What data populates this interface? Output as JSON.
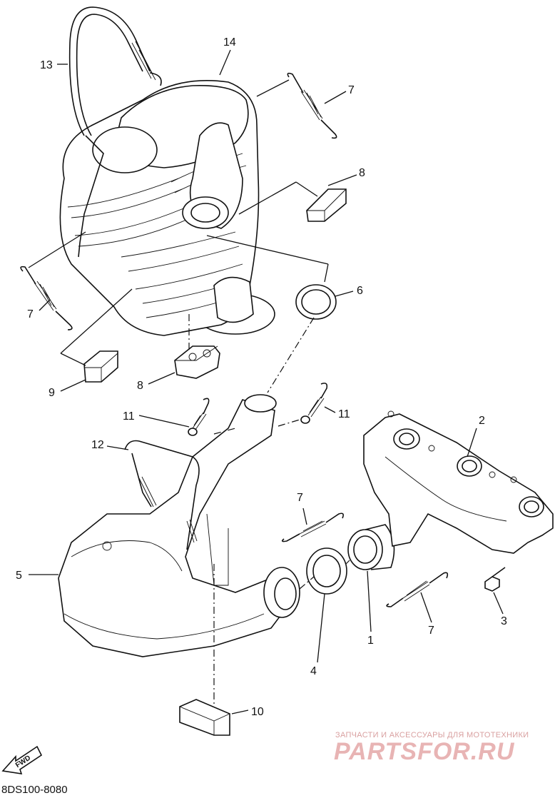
{
  "diagram": {
    "code": "8DS100-8080",
    "fwd_label": "FWD",
    "callouts": {
      "c1": "1",
      "c2": "2",
      "c3": "3",
      "c4": "4",
      "c5": "5",
      "c6": "6",
      "c7a": "7",
      "c7b": "7",
      "c7c": "7",
      "c7d": "7",
      "c8a": "8",
      "c8b": "8",
      "c9": "9",
      "c10": "10",
      "c11a": "11",
      "c11b": "11",
      "c12": "12",
      "c13": "13",
      "c14": "14"
    }
  },
  "watermark": {
    "tagline": "ЗАПЧАСТИ И АКСЕССУАРЫ ДЛЯ МОТОТЕХНИКИ",
    "brand": "PARTSFOR.RU"
  }
}
